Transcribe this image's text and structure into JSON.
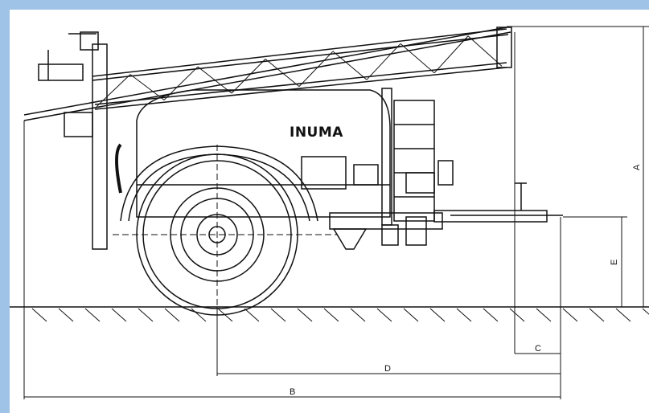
{
  "brand": "INUMA",
  "dimensions": {
    "a": "A",
    "b": "B",
    "c": "C",
    "d": "D",
    "e": "E"
  },
  "colors": {
    "frame": "#9fc3e6",
    "line": "#111111",
    "paper": "#ffffff"
  }
}
